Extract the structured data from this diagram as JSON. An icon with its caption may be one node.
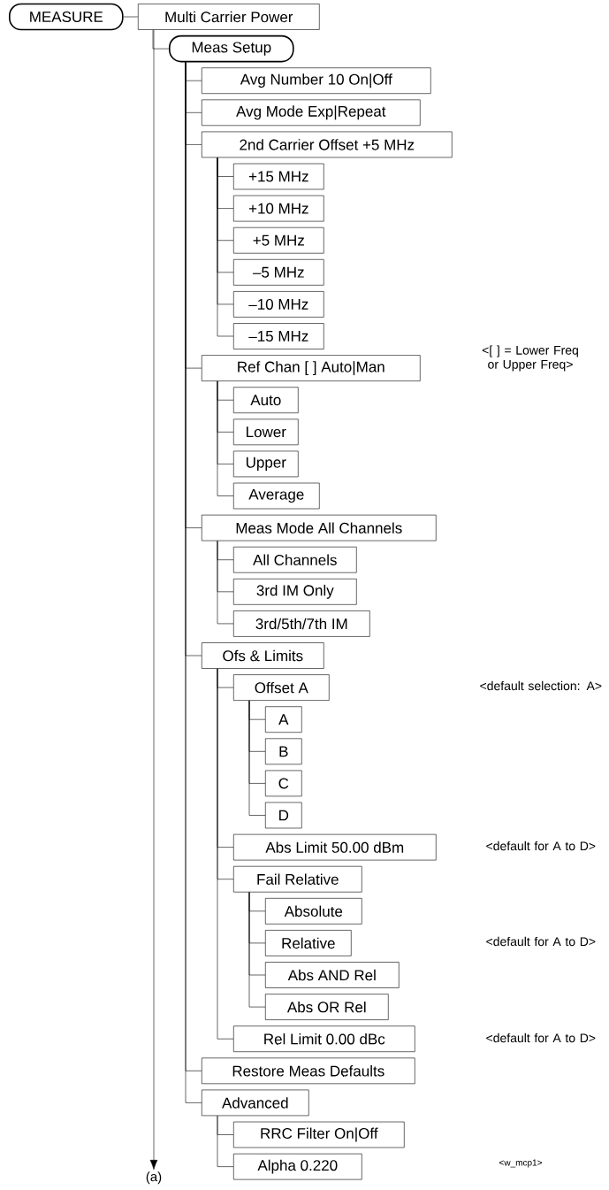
{
  "diagram": {
    "nodes": [
      {
        "text": [
          "MEASURE"
        ]
      },
      {
        "text": [
          "Multi Carrier Power"
        ]
      },
      {
        "text": [
          "Meas Setup"
        ]
      },
      {
        "text": [
          "Avg Number 10 On|Off"
        ]
      },
      {
        "text": [
          "Avg Mode Exp|Repeat"
        ]
      },
      {
        "text": [
          "2nd Carrier Offset +5 MHz"
        ]
      },
      {
        "text": [
          "+15 MHz"
        ]
      },
      {
        "text": [
          "+10 MHz"
        ]
      },
      {
        "text": [
          "+5 MHz"
        ]
      },
      {
        "text": [
          "–5 MHz"
        ]
      },
      {
        "text": [
          "–10 MHz"
        ]
      },
      {
        "text": [
          "–15 MHz"
        ]
      },
      {
        "text": [
          "Ref Chan [ ] Auto|Man"
        ]
      },
      {
        "text": [
          "Auto"
        ]
      },
      {
        "text": [
          "Lower"
        ]
      },
      {
        "text": [
          "Upper"
        ]
      },
      {
        "text": [
          "Average"
        ]
      },
      {
        "text": [
          "Meas Mode All Channels"
        ]
      },
      {
        "text": [
          "All Channels"
        ]
      },
      {
        "text": [
          "3rd IM Only"
        ]
      },
      {
        "text": [
          "3rd/5th/7th IM"
        ]
      },
      {
        "text": [
          "Ofs & Limits"
        ]
      },
      {
        "text": [
          "Offset A"
        ]
      },
      {
        "text": [
          "A"
        ]
      },
      {
        "text": [
          "B"
        ]
      },
      {
        "text": [
          "C"
        ]
      },
      {
        "text": [
          "D"
        ]
      },
      {
        "text": [
          "Abs Limit 50.00 dBm"
        ]
      },
      {
        "text": [
          "Fail Relative"
        ]
      },
      {
        "text": [
          "Absolute"
        ]
      },
      {
        "text": [
          "Relative"
        ]
      },
      {
        "text": [
          "Abs AND Rel"
        ]
      },
      {
        "text": [
          "Abs OR Rel"
        ]
      },
      {
        "text": [
          "Rel Limit 0.00 dBc"
        ]
      },
      {
        "text": [
          "Restore Meas Defaults"
        ]
      },
      {
        "text": [
          "Advanced"
        ]
      },
      {
        "text": [
          "RRC Filter On|Off"
        ]
      },
      {
        "text": [
          "Alpha 0.220"
        ]
      },
      {
        "text": [
          "(a)"
        ]
      }
    ],
    "edges": [
      {
        "from": 0,
        "to": 1,
        "arrow": "none"
      },
      {
        "from": 1,
        "to": 2,
        "arrow": "none"
      },
      {
        "from": 2,
        "to": 3,
        "arrow": "none"
      },
      {
        "from": 2,
        "to": 4,
        "arrow": "none"
      },
      {
        "from": 2,
        "to": 5,
        "arrow": "none"
      },
      {
        "from": 5,
        "to": 6,
        "arrow": "none"
      },
      {
        "from": 5,
        "to": 7,
        "arrow": "none"
      },
      {
        "from": 5,
        "to": 8,
        "arrow": "none"
      },
      {
        "from": 5,
        "to": 9,
        "arrow": "none"
      },
      {
        "from": 5,
        "to": 10,
        "arrow": "none"
      },
      {
        "from": 5,
        "to": 11,
        "arrow": "none"
      },
      {
        "from": 2,
        "to": 12,
        "arrow": "none"
      },
      {
        "from": 12,
        "to": 13,
        "arrow": "none"
      },
      {
        "from": 12,
        "to": 14,
        "arrow": "none"
      },
      {
        "from": 12,
        "to": 15,
        "arrow": "none"
      },
      {
        "from": 12,
        "to": 16,
        "arrow": "none"
      },
      {
        "from": 2,
        "to": 17,
        "arrow": "none"
      },
      {
        "from": 17,
        "to": 18,
        "arrow": "none"
      },
      {
        "from": 17,
        "to": 19,
        "arrow": "none"
      },
      {
        "from": 17,
        "to": 20,
        "arrow": "none"
      },
      {
        "from": 2,
        "to": 21,
        "arrow": "none"
      },
      {
        "from": 21,
        "to": 22,
        "arrow": "none"
      },
      {
        "from": 22,
        "to": 23,
        "arrow": "none"
      },
      {
        "from": 22,
        "to": 24,
        "arrow": "none"
      },
      {
        "from": 22,
        "to": 25,
        "arrow": "none"
      },
      {
        "from": 22,
        "to": 26,
        "arrow": "none"
      },
      {
        "from": 21,
        "to": 27,
        "arrow": "none"
      },
      {
        "from": 21,
        "to": 28,
        "arrow": "none"
      },
      {
        "from": 28,
        "to": 29,
        "arrow": "none"
      },
      {
        "from": 28,
        "to": 30,
        "arrow": "none"
      },
      {
        "from": 28,
        "to": 31,
        "arrow": "none"
      },
      {
        "from": 28,
        "to": 32,
        "arrow": "none"
      },
      {
        "from": 21,
        "to": 33,
        "arrow": "none"
      },
      {
        "from": 2,
        "to": 34,
        "arrow": "none"
      },
      {
        "from": 2,
        "to": 35,
        "arrow": "none"
      },
      {
        "from": 35,
        "to": 36,
        "arrow": "none"
      },
      {
        "from": 35,
        "to": 37,
        "arrow": "none"
      },
      {
        "from": 1,
        "to": 38,
        "arrow": "to"
      }
    ],
    "labels": [
      "<[ ] = Lower Freq or Upper Freq>",
      "<default selection: A>",
      "<default for A to D>",
      "<default for A to D>",
      "<default for A to D>",
      "<w_mcp1>"
    ]
  }
}
